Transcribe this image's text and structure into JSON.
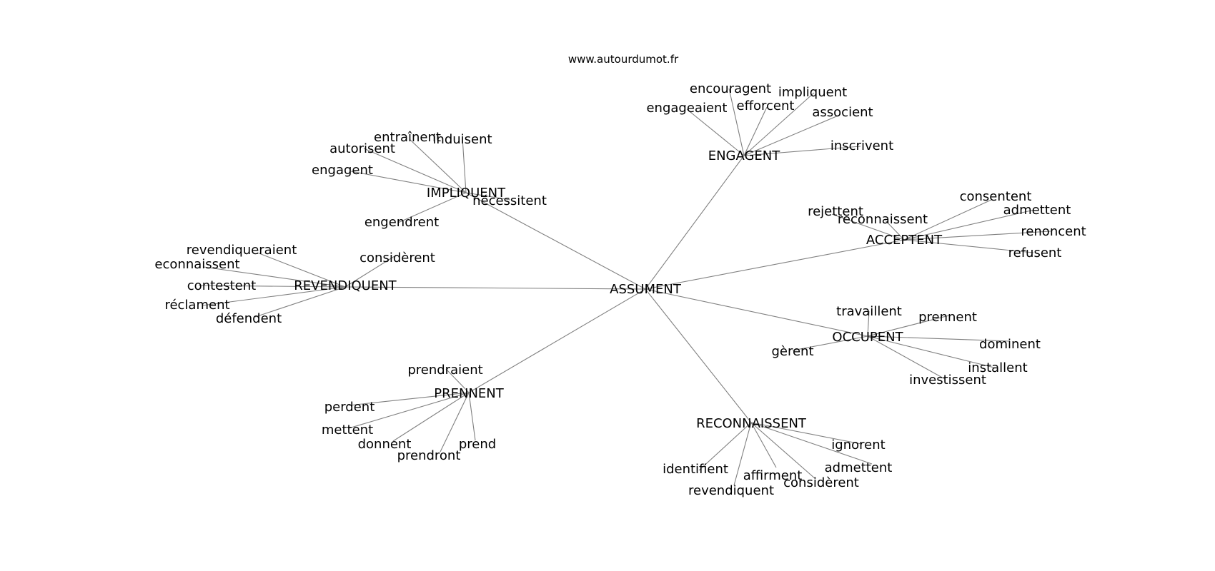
{
  "site": "www.autourdumot.fr",
  "center": "ASSUMENT",
  "groups": [
    {
      "name": "ENGAGENT",
      "words": [
        "engageaient",
        "encouragent",
        "efforcent",
        "impliquent",
        "associent",
        "inscrivent"
      ]
    },
    {
      "name": "IMPLIQUENT",
      "words": [
        "entraînent",
        "induisent",
        "autorisent",
        "engagent",
        "engendrent",
        "nécessitent"
      ]
    },
    {
      "name": "REVENDIQUENT",
      "words": [
        "revendiqueraient",
        "econnaissent",
        "contestent",
        "réclament",
        "défendent",
        "considèrent"
      ]
    },
    {
      "name": "ACCEPTENT",
      "words": [
        "rejettent",
        "reconnaissent",
        "consentent",
        "admettent",
        "renoncent",
        "refusent"
      ]
    },
    {
      "name": "OCCUPENT",
      "words": [
        "travaillent",
        "prennent",
        "dominent",
        "installent",
        "investissent",
        "gèrent"
      ]
    },
    {
      "name": "PRENNENT",
      "words": [
        "prendraient",
        "perdent",
        "mettent",
        "donnent",
        "prendront",
        "prend"
      ]
    },
    {
      "name": "RECONNAISSENT",
      "words": [
        "ignorent",
        "admettent",
        "considèrent",
        "affirment",
        "revendiquent",
        "identifient"
      ]
    }
  ]
}
